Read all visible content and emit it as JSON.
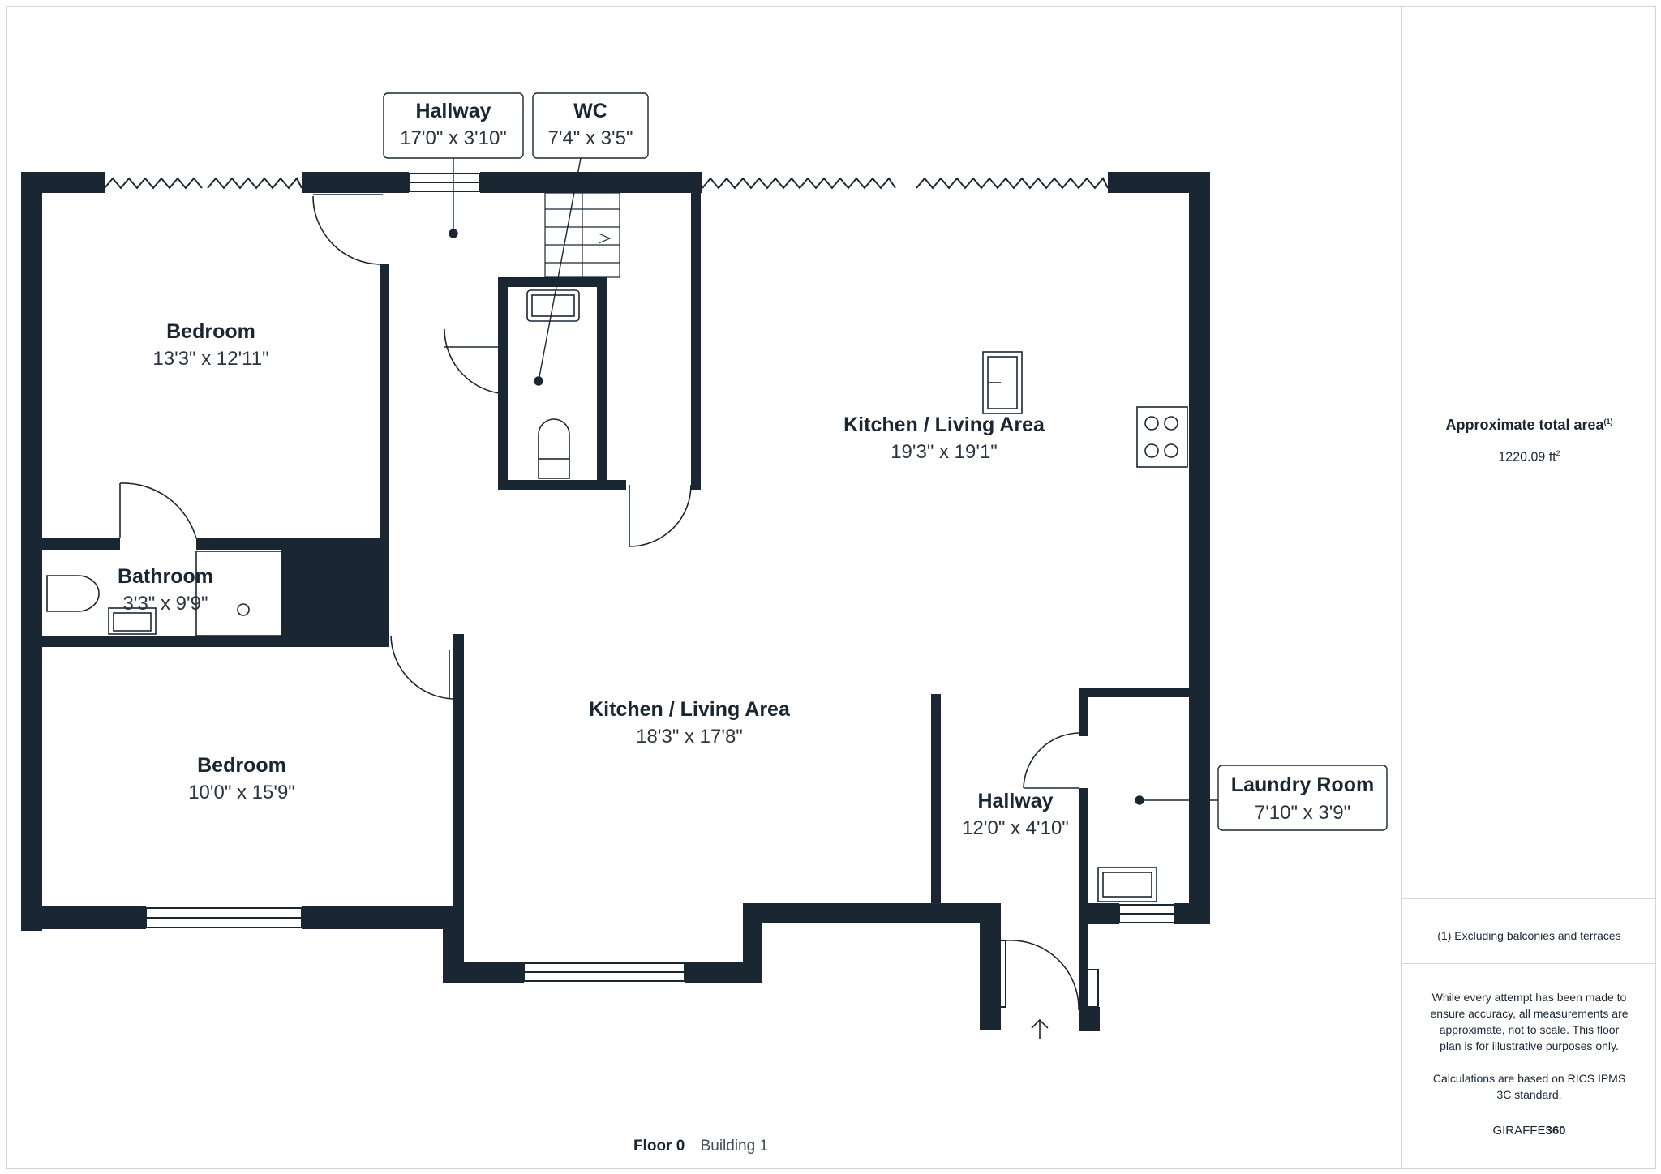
{
  "floor_plan": {
    "rooms": [
      {
        "name": "Bedroom",
        "dims": "13'3\" x 12'11\""
      },
      {
        "name": "Hallway",
        "dims": "17'0\" x 3'10\""
      },
      {
        "name": "WC",
        "dims": "7'4\" x 3'5\""
      },
      {
        "name": "Kitchen / Living Area",
        "dims": "19'3\" x 19'1\""
      },
      {
        "name": "Bathroom",
        "dims": "3'3\" x 9'9\""
      },
      {
        "name": "Bedroom",
        "dims": "10'0\" x 15'9\""
      },
      {
        "name": "Kitchen / Living Area",
        "dims": "18'3\" x 17'8\""
      },
      {
        "name": "Hallway",
        "dims": "12'0\" x 4'10\""
      },
      {
        "name": "Laundry Room",
        "dims": "7'10\" x 3'9\""
      }
    ],
    "floor": "Floor 0",
    "building": "Building 1",
    "colors": {
      "wall": "#1b2633",
      "text": "#1b2633",
      "border": "#d2d5d9"
    }
  },
  "sidebar": {
    "area_title": "Approximate total area",
    "area_title_note": "(1)",
    "area_value": "1220.09 ft",
    "area_unit_sup": "2",
    "footnote": "(1) Excluding balconies and terraces",
    "disclaimer": "While every attempt has been made to ensure accuracy, all measurements are approximate, not to scale. This floor plan is for illustrative purposes only.",
    "calculations": "Calculations are based on RICS IPMS 3C standard.",
    "brand_light": "GIRAFFE",
    "brand_bold": "360"
  }
}
